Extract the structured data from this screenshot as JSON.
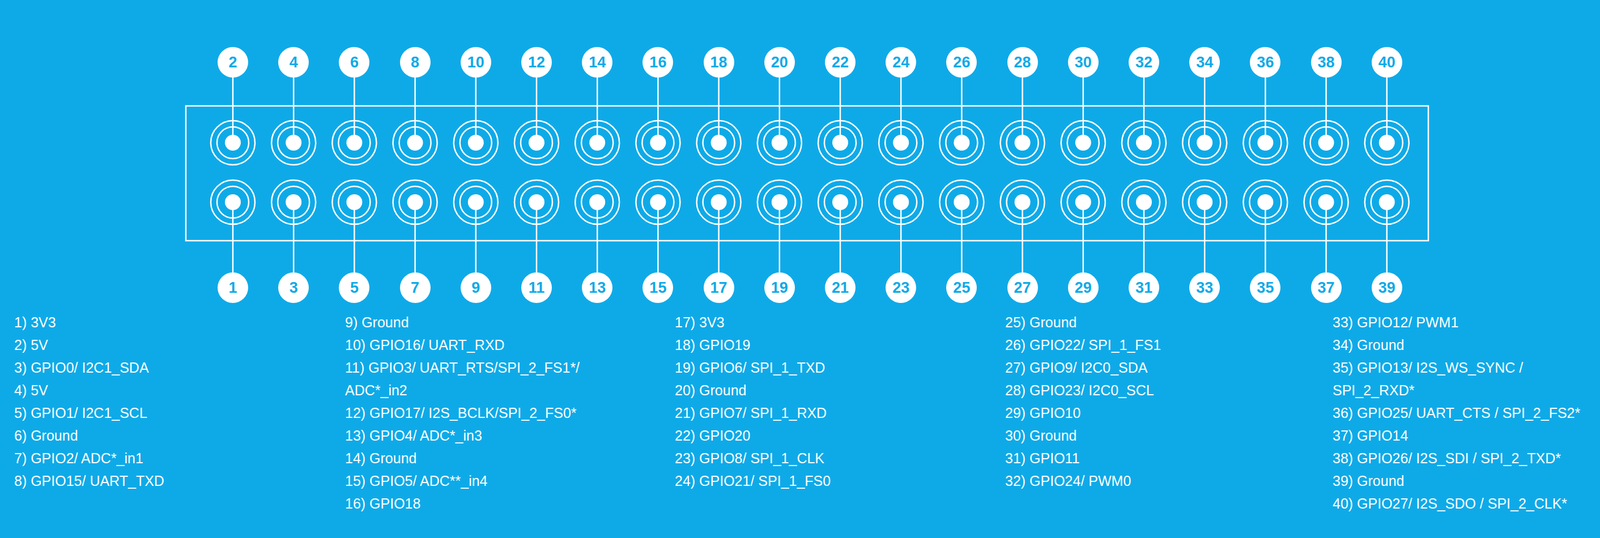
{
  "diagram": {
    "nodes": [
      {
        "text": [
          "2"
        ]
      },
      {
        "text": [
          "4"
        ]
      },
      {
        "text": [
          "6"
        ]
      },
      {
        "text": [
          "8"
        ]
      },
      {
        "text": [
          "10"
        ]
      },
      {
        "text": [
          "12"
        ]
      },
      {
        "text": [
          "14"
        ]
      },
      {
        "text": [
          "16"
        ]
      },
      {
        "text": [
          "18"
        ]
      },
      {
        "text": [
          "20"
        ]
      },
      {
        "text": [
          "22"
        ]
      },
      {
        "text": [
          "24"
        ]
      },
      {
        "text": [
          "26"
        ]
      },
      {
        "text": [
          "28"
        ]
      },
      {
        "text": [
          "30"
        ]
      },
      {
        "text": [
          "32"
        ]
      },
      {
        "text": [
          "34"
        ]
      },
      {
        "text": [
          "36"
        ]
      },
      {
        "text": [
          "38"
        ]
      },
      {
        "text": [
          "40"
        ]
      },
      {
        "text": [
          "1"
        ]
      },
      {
        "text": [
          "3"
        ]
      },
      {
        "text": [
          "5"
        ]
      },
      {
        "text": [
          "7"
        ]
      },
      {
        "text": [
          "9"
        ]
      },
      {
        "text": [
          "11"
        ]
      },
      {
        "text": [
          "13"
        ]
      },
      {
        "text": [
          "15"
        ]
      },
      {
        "text": [
          "17"
        ]
      },
      {
        "text": [
          "19"
        ]
      },
      {
        "text": [
          "21"
        ]
      },
      {
        "text": [
          "23"
        ]
      },
      {
        "text": [
          "25"
        ]
      },
      {
        "text": [
          "27"
        ]
      },
      {
        "text": [
          "29"
        ]
      },
      {
        "text": [
          "31"
        ]
      },
      {
        "text": [
          "33"
        ]
      },
      {
        "text": [
          "35"
        ]
      },
      {
        "text": [
          "37"
        ]
      },
      {
        "text": [
          "39"
        ]
      }
    ],
    "labels": [
      "1) 3V3",
      "2) 5V",
      "3) GPIO0/ I2C1_SDA",
      "4) 5V",
      "5) GPIO1/ I2C1_SCL",
      "6) Ground",
      "7) GPIO2/ ADC*_in1",
      "8) GPIO15/ UART_TXD",
      "9) Ground",
      "10) GPIO16/ UART_RXD",
      "11) GPIO3/ UART_RTS/SPI_2_FS1*/ ADC*_in2",
      "12) GPIO17/ I2S_BCLK/SPI_2_FS0*",
      "13) GPIO4/ ADC*_in3",
      "14) Ground",
      "15) GPIO5/ ADC**_in4",
      "16) GPIO18",
      "17) 3V3",
      "18) GPIO19",
      "19) GPIO6/ SPI_1_TXD",
      "20) Ground",
      "21) GPIO7/ SPI_1_RXD",
      "22) GPIO20",
      "23) GPIO8/ SPI_1_CLK",
      "24) GPIO21/ SPI_1_FS0",
      "25) Ground",
      "26) GPIO22/ SPI_1_FS1",
      "27) GPIO9/ I2C0_SDA",
      "28) GPIO23/ I2C0_SCL",
      "29) GPIO10",
      "30) Ground",
      "31) GPIO11",
      "32) GPIO24/ PWM0",
      "33) GPIO12/ PWM1",
      "34) Ground",
      "35) GPIO13/ I2S_WS_SYNC / SPI_2_RXD*",
      "36) GPIO25/ UART_CTS / SPI_2_FS2*",
      "37) GPIO14",
      "38) GPIO26/ I2S_SDI / SPI_2_TXD*",
      "39) Ground",
      "40) GPIO27/ I2S_SDO / SPI_2_CLK*"
    ]
  }
}
